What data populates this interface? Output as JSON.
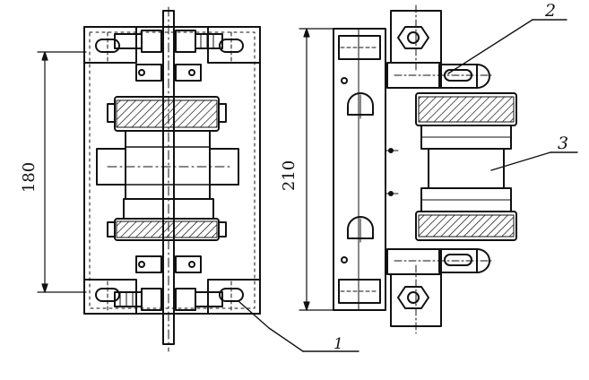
{
  "drawing": {
    "dimensions": {
      "height_left": "180",
      "height_right": "210"
    },
    "callouts": {
      "base_plate": "1",
      "adjuster": "2",
      "coil": "3"
    },
    "colors": {
      "ink": "#111111",
      "paper": "#ffffff"
    }
  }
}
